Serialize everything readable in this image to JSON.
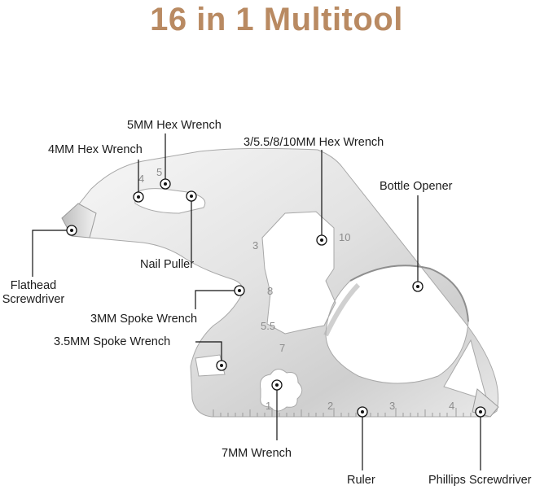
{
  "title": "16 in 1 Multitool",
  "colors": {
    "title": "#b98a62",
    "steel_light": "#f4f4f4",
    "steel_mid": "#d6d6d6",
    "steel_dark": "#9a9a9a",
    "leader": "#111111"
  },
  "labels": {
    "hex_4mm": "4MM  Hex Wrench",
    "hex_5mm": "5MM  Hex Wrench",
    "hex_multi": "3/5.5/8/10MM Hex Wrench",
    "bottle_opener": "Bottle Opener",
    "nail_puller": "Nail Puller",
    "flathead_line1": "Flathead",
    "flathead_line2": "Screwdriver",
    "spoke_3mm": "3MM Spoke Wrench",
    "spoke_35mm": "3.5MM Spoke Wrench",
    "wrench_7mm": "7MM Wrench",
    "ruler": "Ruler",
    "phillips": "Phillips Screwdriver"
  },
  "engraved": {
    "n4": "4",
    "n5": "5",
    "n3": "3",
    "n10": "10",
    "n8": "8",
    "n55": "5.5",
    "n7": "7",
    "r1": "1",
    "r2": "2",
    "r3": "3",
    "r4": "4"
  }
}
